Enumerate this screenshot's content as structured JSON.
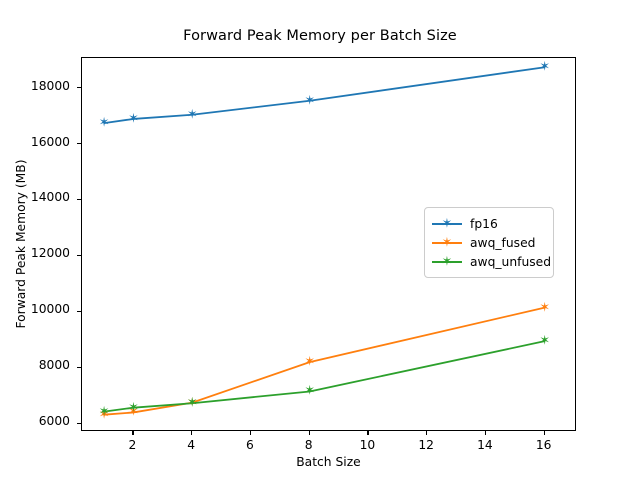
{
  "chart_data": {
    "type": "line",
    "title": "Forward Peak Memory per Batch Size",
    "xlabel": "Batch Size",
    "ylabel": "Forward Peak Memory (MB)",
    "x": [
      1,
      2,
      4,
      8,
      16
    ],
    "xlim": [
      0.25,
      17.1
    ],
    "ylim": [
      5700,
      19080
    ],
    "xticks": [
      2,
      4,
      6,
      8,
      10,
      12,
      14,
      16
    ],
    "yticks": [
      6000,
      8000,
      10000,
      12000,
      14000,
      16000,
      18000
    ],
    "grid": false,
    "legend_position": "center right",
    "marker": "star",
    "series": [
      {
        "name": "fp16",
        "color": "#1f77b4",
        "values": [
          16750,
          16900,
          17050,
          17550,
          18750
        ]
      },
      {
        "name": "awq_fused",
        "color": "#ff7f0e",
        "values": [
          6320,
          6400,
          6750,
          8200,
          10150
        ]
      },
      {
        "name": "awq_unfused",
        "color": "#2ca02c",
        "values": [
          6430,
          6570,
          6730,
          7150,
          8950
        ]
      }
    ]
  },
  "legend": {
    "entries": [
      "fp16",
      "awq_fused",
      "awq_unfused"
    ]
  },
  "icons": {
    "marker": "✶"
  }
}
